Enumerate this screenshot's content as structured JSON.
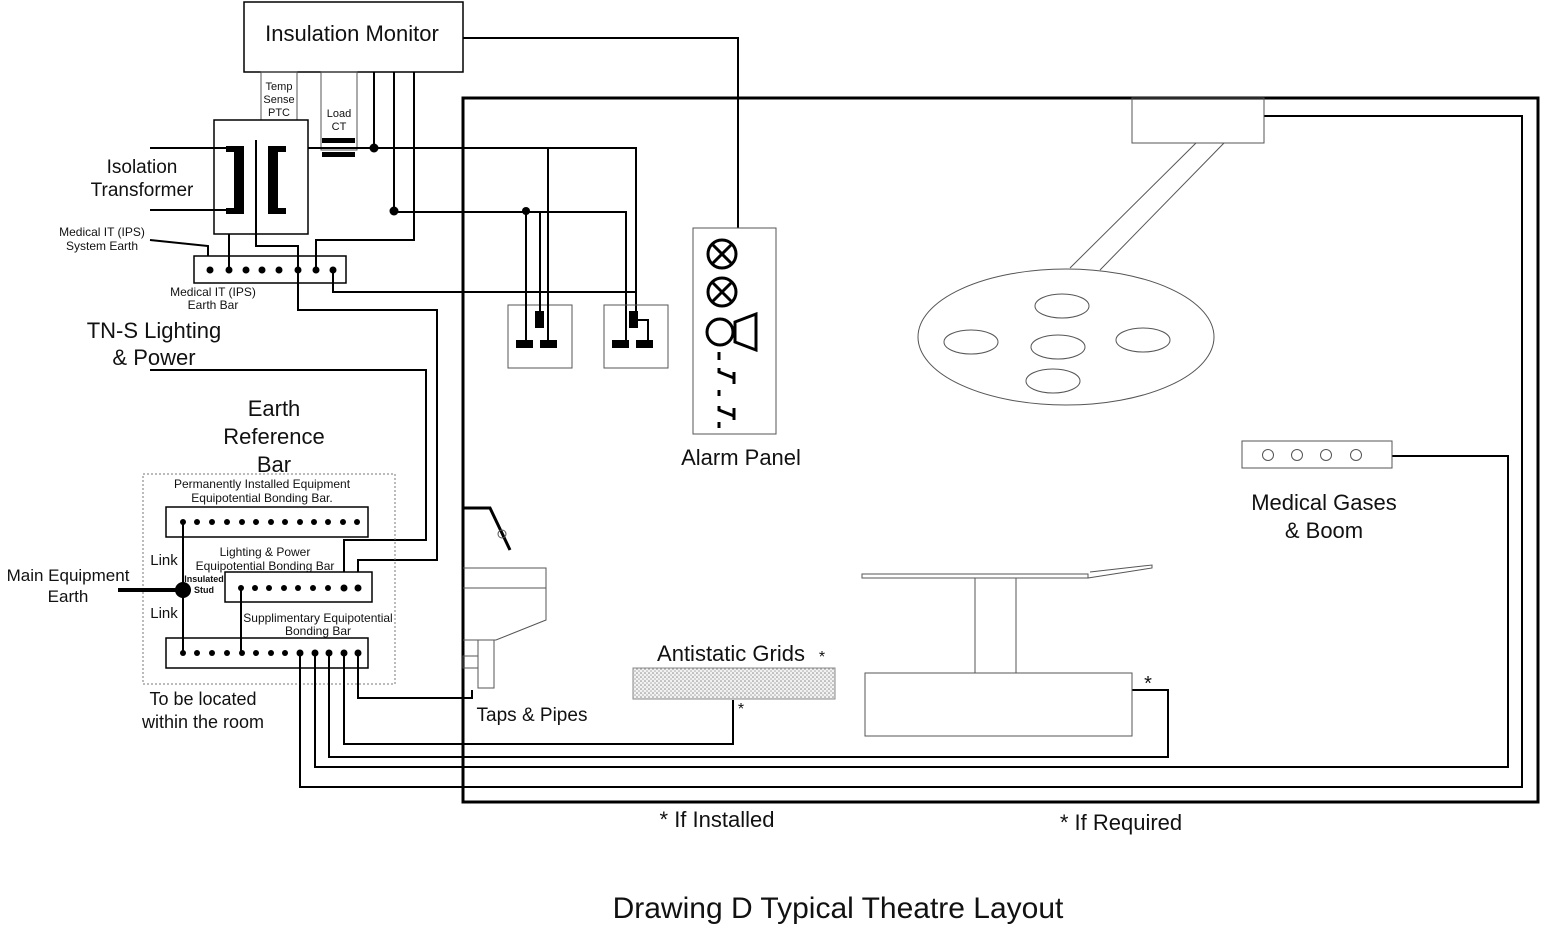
{
  "labels": {
    "insulation_monitor": "Insulation Monitor",
    "temp_sense_1": "Temp",
    "temp_sense_2": "Sense",
    "temp_sense_3": "PTC",
    "load_ct_1": "Load",
    "load_ct_2": "CT",
    "isolation_transformer_1": "Isolation",
    "isolation_transformer_2": "Transformer",
    "medical_it_system_earth_1": "Medical IT (IPS)",
    "medical_it_system_earth_2": "System Earth",
    "medical_it_earth_bar_1": "Medical IT (IPS)",
    "medical_it_earth_bar_2": "Earth Bar",
    "tns_lighting_1": "TN-S Lighting",
    "tns_lighting_2": "& Power",
    "earth_reference_bar_1": "Earth",
    "earth_reference_bar_2": "Reference",
    "earth_reference_bar_3": "Bar",
    "perm_installed_1": "Permanently Installed Equipment",
    "perm_installed_2": "Equipotential Bonding Bar.",
    "lighting_power_bar_1": "Lighting & Power",
    "lighting_power_bar_2": "Equipotential Bonding Bar",
    "supplementary_bar_1": "Supplimentary Equipotential",
    "supplementary_bar_2": "Bonding Bar",
    "link_upper": "Link",
    "link_lower": "Link",
    "insulated_stud_1": "Insulated",
    "insulated_stud_2": "Stud",
    "main_equipment_earth_1": "Main Equipment",
    "main_equipment_earth_2": "Earth",
    "located_within_1": "To be located",
    "located_within_2": "within the room",
    "alarm_panel": "Alarm Panel",
    "medical_gases_1": "Medical Gases",
    "medical_gases_2": "& Boom",
    "antistatic_grids": "Antistatic Grids",
    "asterisk_grids_top": "*",
    "asterisk_grids_bottom": "*",
    "asterisk_table": "*",
    "taps_pipes": "Taps & Pipes",
    "if_installed": "* If Installed",
    "if_required": "* If Required",
    "title": "Drawing D Typical  Theatre Layout"
  }
}
